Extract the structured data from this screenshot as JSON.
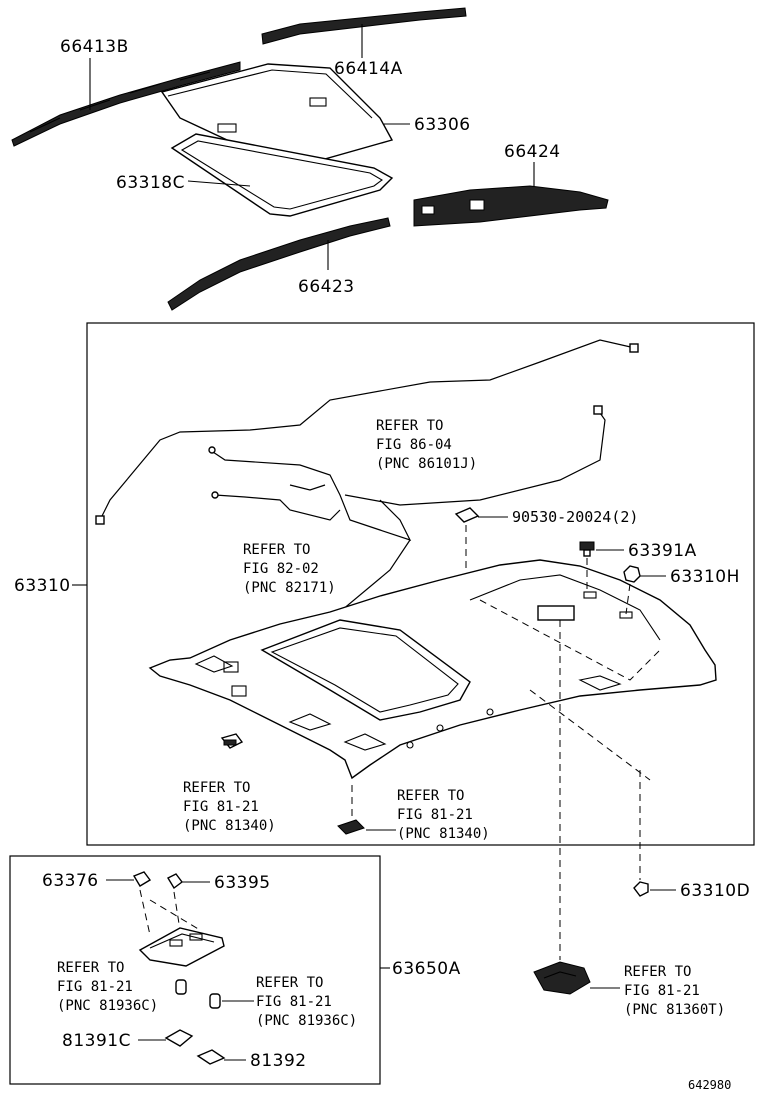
{
  "parts": {
    "p66413B": "66413B",
    "p66414A": "66414A",
    "p63306": "63306",
    "p66424": "66424",
    "p63318C": "63318C",
    "p66423": "66423",
    "p63310": "63310",
    "p90530": "90530-20024(2)",
    "p63391A": "63391A",
    "p63310H": "63310H",
    "p63310D": "63310D",
    "p63376": "63376",
    "p63395": "63395",
    "p63650A": "63650A",
    "p81391C": "81391C",
    "p81392": "81392"
  },
  "refs": {
    "r1": {
      "l1": "REFER TO",
      "l2": "FIG 86-04",
      "l3": "(PNC 86101J)"
    },
    "r2": {
      "l1": "REFER TO",
      "l2": "FIG 82-02",
      "l3": "(PNC 82171)"
    },
    "r3": {
      "l1": "REFER TO",
      "l2": "FIG 81-21",
      "l3": "(PNC 81340)"
    },
    "r4": {
      "l1": "REFER TO",
      "l2": "FIG 81-21",
      "l3": "(PNC 81340)"
    },
    "r5": {
      "l1": "REFER TO",
      "l2": "FIG 81-21",
      "l3": "(PNC 81936C)"
    },
    "r6": {
      "l1": "REFER TO",
      "l2": "FIG 81-21",
      "l3": "(PNC 81936C)"
    },
    "r7": {
      "l1": "REFER TO",
      "l2": "FIG 81-21",
      "l3": "(PNC 81360T)"
    }
  },
  "figure_id": "642980"
}
